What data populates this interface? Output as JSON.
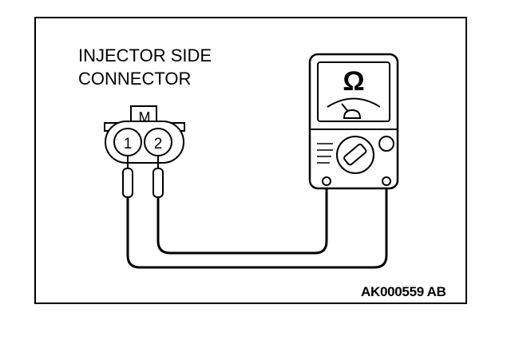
{
  "label": {
    "line1": "INJECTOR SIDE",
    "line2": "CONNECTOR"
  },
  "connector": {
    "marker": "M",
    "pin1": "1",
    "pin2": "2"
  },
  "meter": {
    "symbol": "Ω",
    "icons": {
      "dial": "rotary-selector-icon",
      "needle": "meter-needle-icon",
      "button": "adjust-knob-icon"
    }
  },
  "figure_code": "AK000559 AB"
}
